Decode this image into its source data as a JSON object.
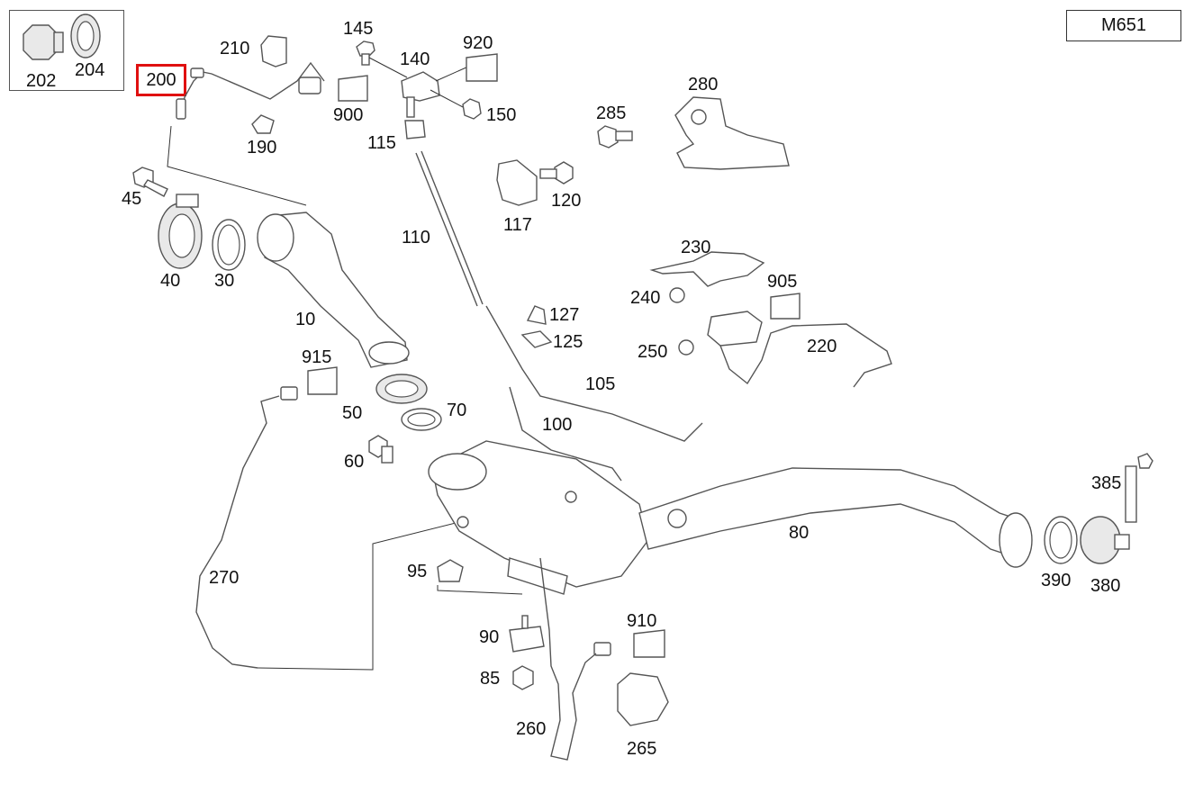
{
  "diagram": {
    "model_code": "M651",
    "highlighted_part": "200",
    "colors": {
      "highlight": "#e01010",
      "line": "#555555"
    },
    "labels": {
      "p202": "202",
      "p204": "204",
      "p200": "200",
      "p210": "210",
      "p190": "190",
      "p900": "900",
      "p145": "145",
      "p140": "140",
      "p920": "920",
      "p150": "150",
      "p115": "115",
      "p285": "285",
      "p280": "280",
      "p45": "45",
      "p40": "40",
      "p30": "30",
      "p10": "10",
      "p110": "110",
      "p117": "117",
      "p120": "120",
      "p230": "230",
      "p240": "240",
      "p905": "905",
      "p250": "250",
      "p220": "220",
      "p127": "127",
      "p125": "125",
      "p105": "105",
      "p100": "100",
      "p915": "915",
      "p50": "50",
      "p70": "70",
      "p60": "60",
      "p270": "270",
      "p95": "95",
      "p90": "90",
      "p85": "85",
      "p80": "80",
      "p385": "385",
      "p390": "390",
      "p380": "380",
      "p910": "910",
      "p260": "260",
      "p265": "265"
    }
  }
}
